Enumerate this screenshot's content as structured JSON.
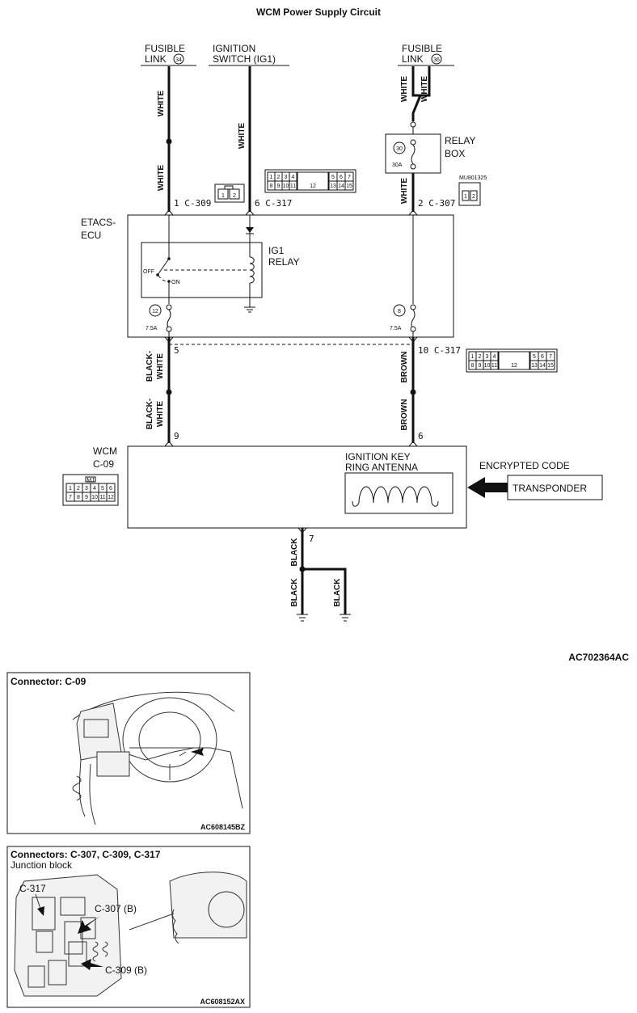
{
  "title": "WCM Power Supply Circuit",
  "ref_code": "AC702364AC",
  "sources": {
    "fusible_link_34": {
      "line1": "FUSIBLE",
      "line2": "LINK",
      "num": "34"
    },
    "ignition_switch": {
      "line1": "IGNITION",
      "line2": "SWITCH (IG1)"
    },
    "fusible_link_36": {
      "line1": "FUSIBLE",
      "line2": "LINK",
      "num": "36"
    }
  },
  "relay_box": {
    "label1": "RELAY",
    "label2": "BOX",
    "fuse_num": "30",
    "fuse_amp": "30A",
    "part_code": "MU801325"
  },
  "wire_colors": {
    "white": "WHITE",
    "black_white_1": "BLACK-",
    "black_white_2": "WHITE",
    "brown": "BROWN",
    "black": "BLACK"
  },
  "etacs": {
    "label1": "ETACS-",
    "label2": "ECU",
    "ig1_relay_1": "IG1",
    "ig1_relay_2": "RELAY",
    "off": "OFF",
    "on": "ON",
    "fuse12_num": "12",
    "fuse12_amp": "7.5A",
    "fuse8_num": "8",
    "fuse8_amp": "7.5A"
  },
  "pins": {
    "c309": "1  C-309",
    "c317_top": "6  C-317",
    "c307": "2  C-307",
    "p5": "5",
    "c317_mid": "10  C-317",
    "p9": "9",
    "p6": "6",
    "p7": "7"
  },
  "connector_grid": {
    "row1_left": [
      "1",
      "2",
      "3",
      "4"
    ],
    "row1_mid": "12",
    "row1_right": [
      "5",
      "6",
      "7"
    ],
    "row2_left": [
      "8",
      "9",
      "10",
      "11"
    ],
    "row2_right": [
      "13",
      "14",
      "15"
    ],
    "c309_pins": [
      "1",
      "2"
    ],
    "relay_pins": [
      "1",
      "2"
    ]
  },
  "wcm": {
    "label1": "WCM",
    "label2": "C-09",
    "conn_tag": "MJ",
    "conn_row1": [
      "1",
      "2",
      "3",
      "4",
      "5",
      "6"
    ],
    "conn_row2": [
      "7",
      "8",
      "9",
      "10",
      "11",
      "12"
    ],
    "antenna_1": "IGNITION KEY",
    "antenna_2": "RING ANTENNA",
    "encrypted": "ENCRYPTED CODE",
    "transponder": "TRANSPONDER"
  },
  "panel1": {
    "title": "Connector: C-09",
    "code": "AC608145BZ"
  },
  "panel2": {
    "title": "Connectors: C-307, C-309, C-317",
    "subtitle": "Junction block",
    "label_c317": "C-317",
    "label_c307": "C-307 (B)",
    "label_c309": "C-309 (B)",
    "code": "AC608152AX"
  }
}
